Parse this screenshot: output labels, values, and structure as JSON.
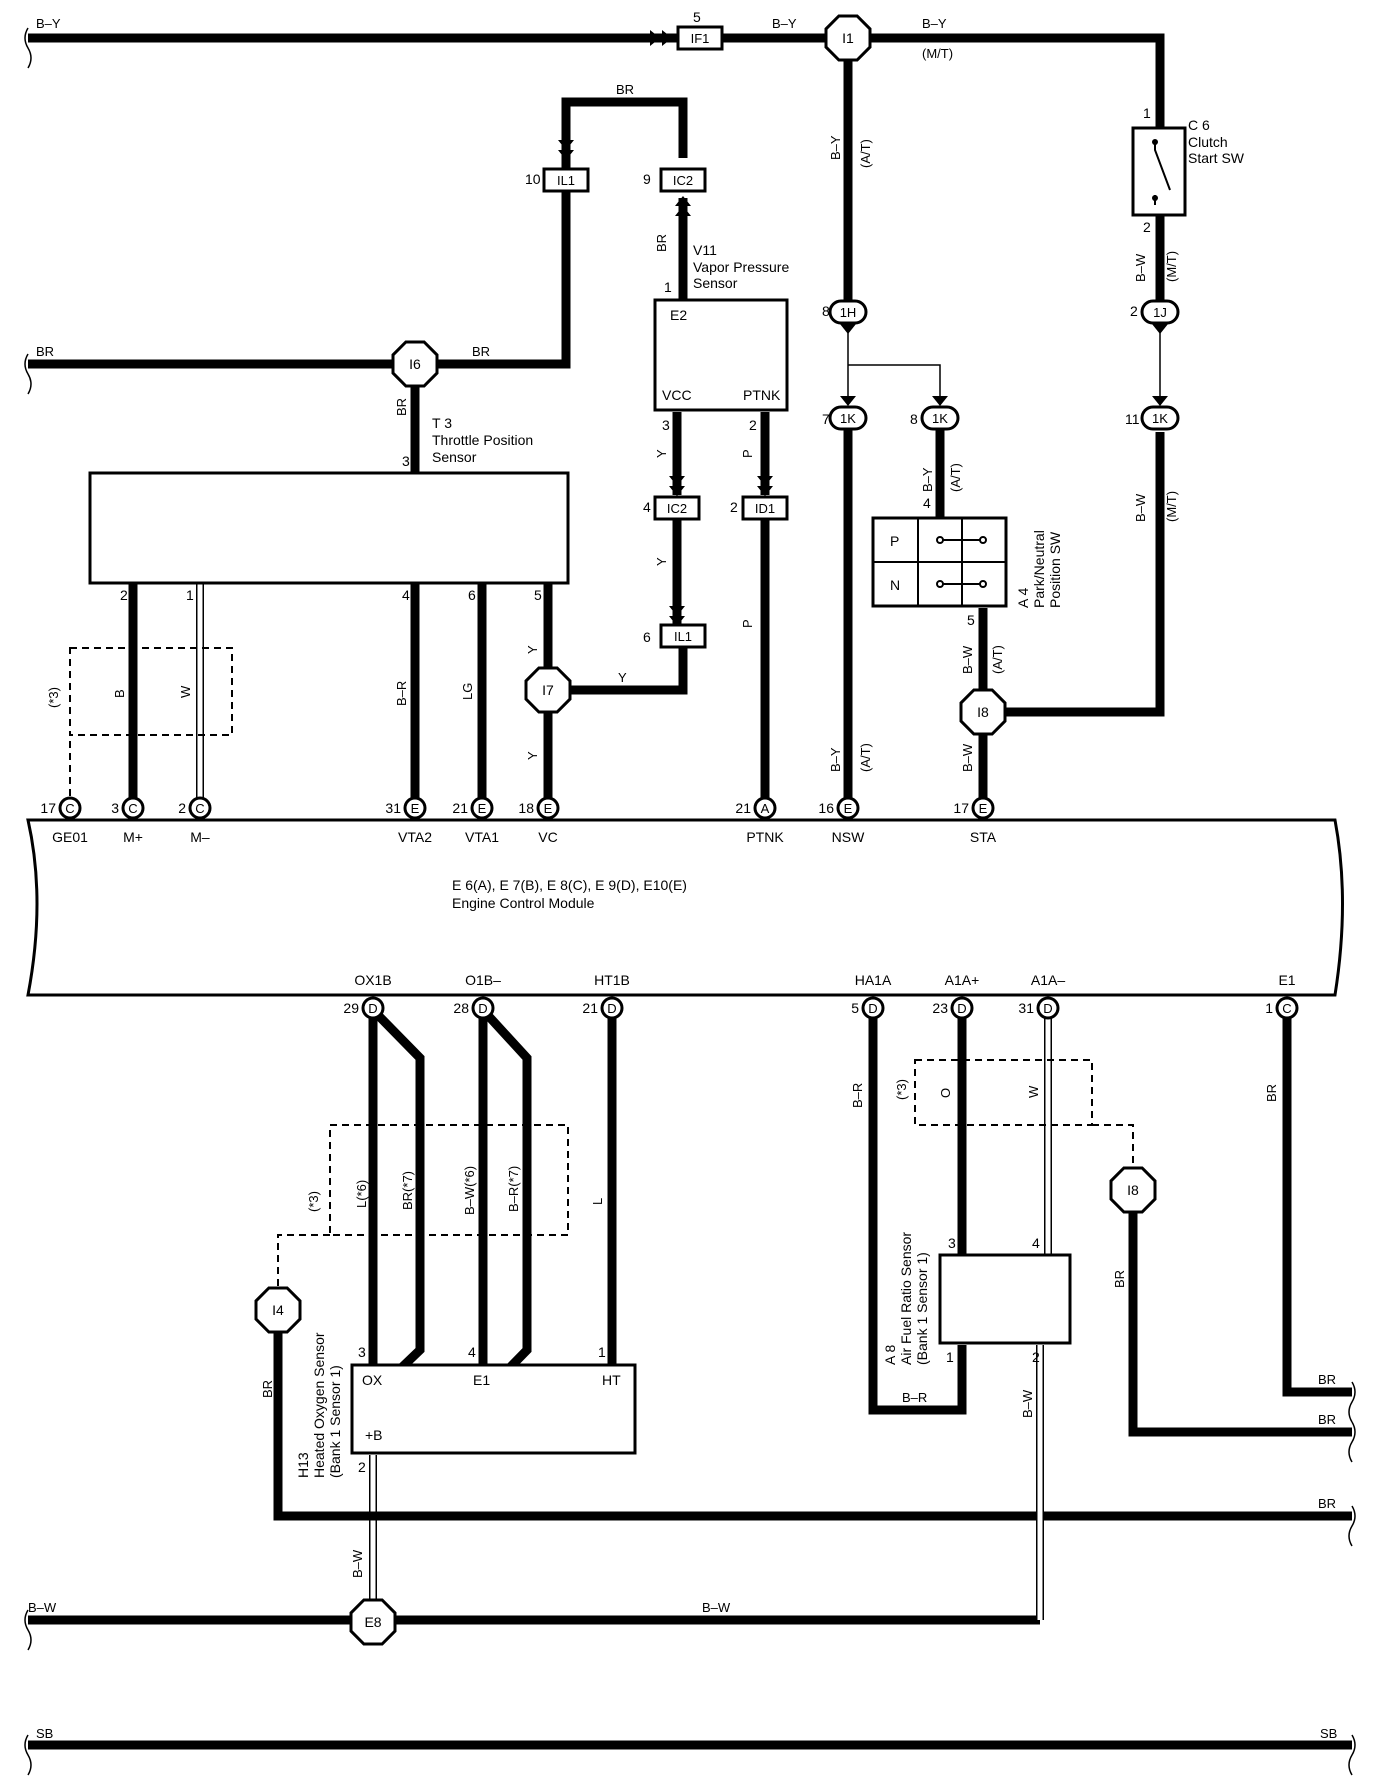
{
  "components": {
    "ecm": {
      "ref": "E 6(A), E 7(B), E 8(C), E 9(D), E10(E)",
      "name": "Engine Control Module"
    },
    "tps": {
      "ref": "T 3",
      "name1": "Throttle Position",
      "name2": "Sensor"
    },
    "vps": {
      "ref": "V11",
      "name1": "Vapor Pressure",
      "name2": "Sensor",
      "e2": "E2",
      "vcc": "VCC",
      "ptnk": "PTNK"
    },
    "clutch": {
      "ref": "C 6",
      "name1": "Clutch",
      "name2": "Start SW"
    },
    "pnsw": {
      "ref": "A 4",
      "name1": "Park/Neutral",
      "name2": "Position SW",
      "p": "P",
      "n": "N"
    },
    "afr": {
      "ref": "A 8",
      "name1": "Air Fuel Ratio Sensor",
      "name2": "(Bank 1 Sensor 1)"
    },
    "ho2": {
      "ref": "H13",
      "name1": "Heated Oxygen Sensor",
      "name2": "(Bank 1 Sensor 1)",
      "ox": "OX",
      "e1": "E1",
      "ht": "HT",
      "b": "+B"
    }
  },
  "ecm_top_terminals": [
    {
      "pin": "17",
      "conn": "C",
      "name": "GE01"
    },
    {
      "pin": "3",
      "conn": "C",
      "name": "M+"
    },
    {
      "pin": "2",
      "conn": "C",
      "name": "M–"
    },
    {
      "pin": "31",
      "conn": "E",
      "name": "VTA2"
    },
    {
      "pin": "21",
      "conn": "E",
      "name": "VTA1"
    },
    {
      "pin": "18",
      "conn": "E",
      "name": "VC"
    },
    {
      "pin": "21",
      "conn": "A",
      "name": "PTNK"
    },
    {
      "pin": "16",
      "conn": "E",
      "name": "NSW"
    },
    {
      "pin": "17",
      "conn": "E",
      "name": "STA"
    }
  ],
  "ecm_bottom_terminals": [
    {
      "pin": "29",
      "conn": "D",
      "name": "OX1B"
    },
    {
      "pin": "28",
      "conn": "D",
      "name": "O1B–"
    },
    {
      "pin": "21",
      "conn": "D",
      "name": "HT1B"
    },
    {
      "pin": "5",
      "conn": "D",
      "name": "HA1A"
    },
    {
      "pin": "23",
      "conn": "D",
      "name": "A1A+"
    },
    {
      "pin": "31",
      "conn": "D",
      "name": "A1A–"
    },
    {
      "pin": "1",
      "conn": "C",
      "name": "E1"
    }
  ],
  "junctions": {
    "i1": "I1",
    "i6": "I6",
    "i7": "I7",
    "i8a": "I8",
    "i8b": "I8",
    "i4": "I4",
    "e8": "E8"
  },
  "connectors": {
    "if1": "IF1",
    "il1a": "IL1",
    "ic2a": "IC2",
    "ic2b": "IC2",
    "id1": "ID1",
    "il1b": "IL1",
    "h1": "1H",
    "j1": "1J",
    "k1a": "1K",
    "k1b": "1K",
    "k1c": "1K"
  },
  "pins": {
    "p5": "5",
    "p10": "10",
    "p9": "9",
    "p1vps": "1",
    "p3vps": "3",
    "p2vps": "2",
    "p4ic2": "4",
    "p2id1": "2",
    "p6il1": "6",
    "p8h": "8",
    "p7k": "7",
    "p8k": "8",
    "p11k": "11",
    "p2j": "2",
    "p1c6": "1",
    "p2c6": "2",
    "p4a4": "4",
    "p5a4": "5",
    "p3tps": "3",
    "p2tps": "2",
    "p1tps": "1",
    "p4tps": "4",
    "p6tps": "6",
    "p5tps": "5",
    "p3h13": "3",
    "p4h13": "4",
    "p1h13": "1",
    "p2h13": "2",
    "p3a8": "3",
    "p4a8": "4",
    "p1a8": "1",
    "p2a8": "2"
  },
  "wires": {
    "by": "B–Y",
    "by_mt": "(M/T)",
    "by2": "B–Y",
    "by3": "B–Y",
    "at": "(A/T)",
    "br": "BR",
    "br2": "BR",
    "br3": "BR",
    "br4": "BR",
    "br5": "BR",
    "br6": "BR",
    "br7": "BR",
    "br8": "BR",
    "br9": "BR",
    "br10": "BR",
    "br11": "BR",
    "br12": "BR",
    "bw": "B–W",
    "mt": "(M/T)",
    "bw2": "B–W",
    "mt2": "(M/T)",
    "by4": "B–Y",
    "at2": "(A/T)",
    "bw3": "B–W",
    "at3": "(A/T)",
    "bw4": "B–W",
    "by5": "B–Y",
    "at4": "(A/T)",
    "y1": "Y",
    "y2": "Y",
    "y3": "Y",
    "y4": "Y",
    "y5": "Y",
    "p1": "P",
    "p2": "P",
    "star3a": "(*3)",
    "b": "B",
    "w": "W",
    "br_r": "B–R",
    "lg": "LG",
    "l6": "L(*6)",
    "br7s": "BR(*7)",
    "bw6": "B–W(*6)",
    "br7b": "B–R(*7)",
    "l": "L",
    "star3b": "(*3)",
    "b_r2": "B–R",
    "star3c": "(*3)",
    "o": "O",
    "w2": "W",
    "b_r3": "B–R",
    "bw5": "B–W",
    "bw6b": "B–W",
    "bw7": "B–W",
    "bw8": "B–W",
    "sb": "SB",
    "sb2": "SB"
  }
}
